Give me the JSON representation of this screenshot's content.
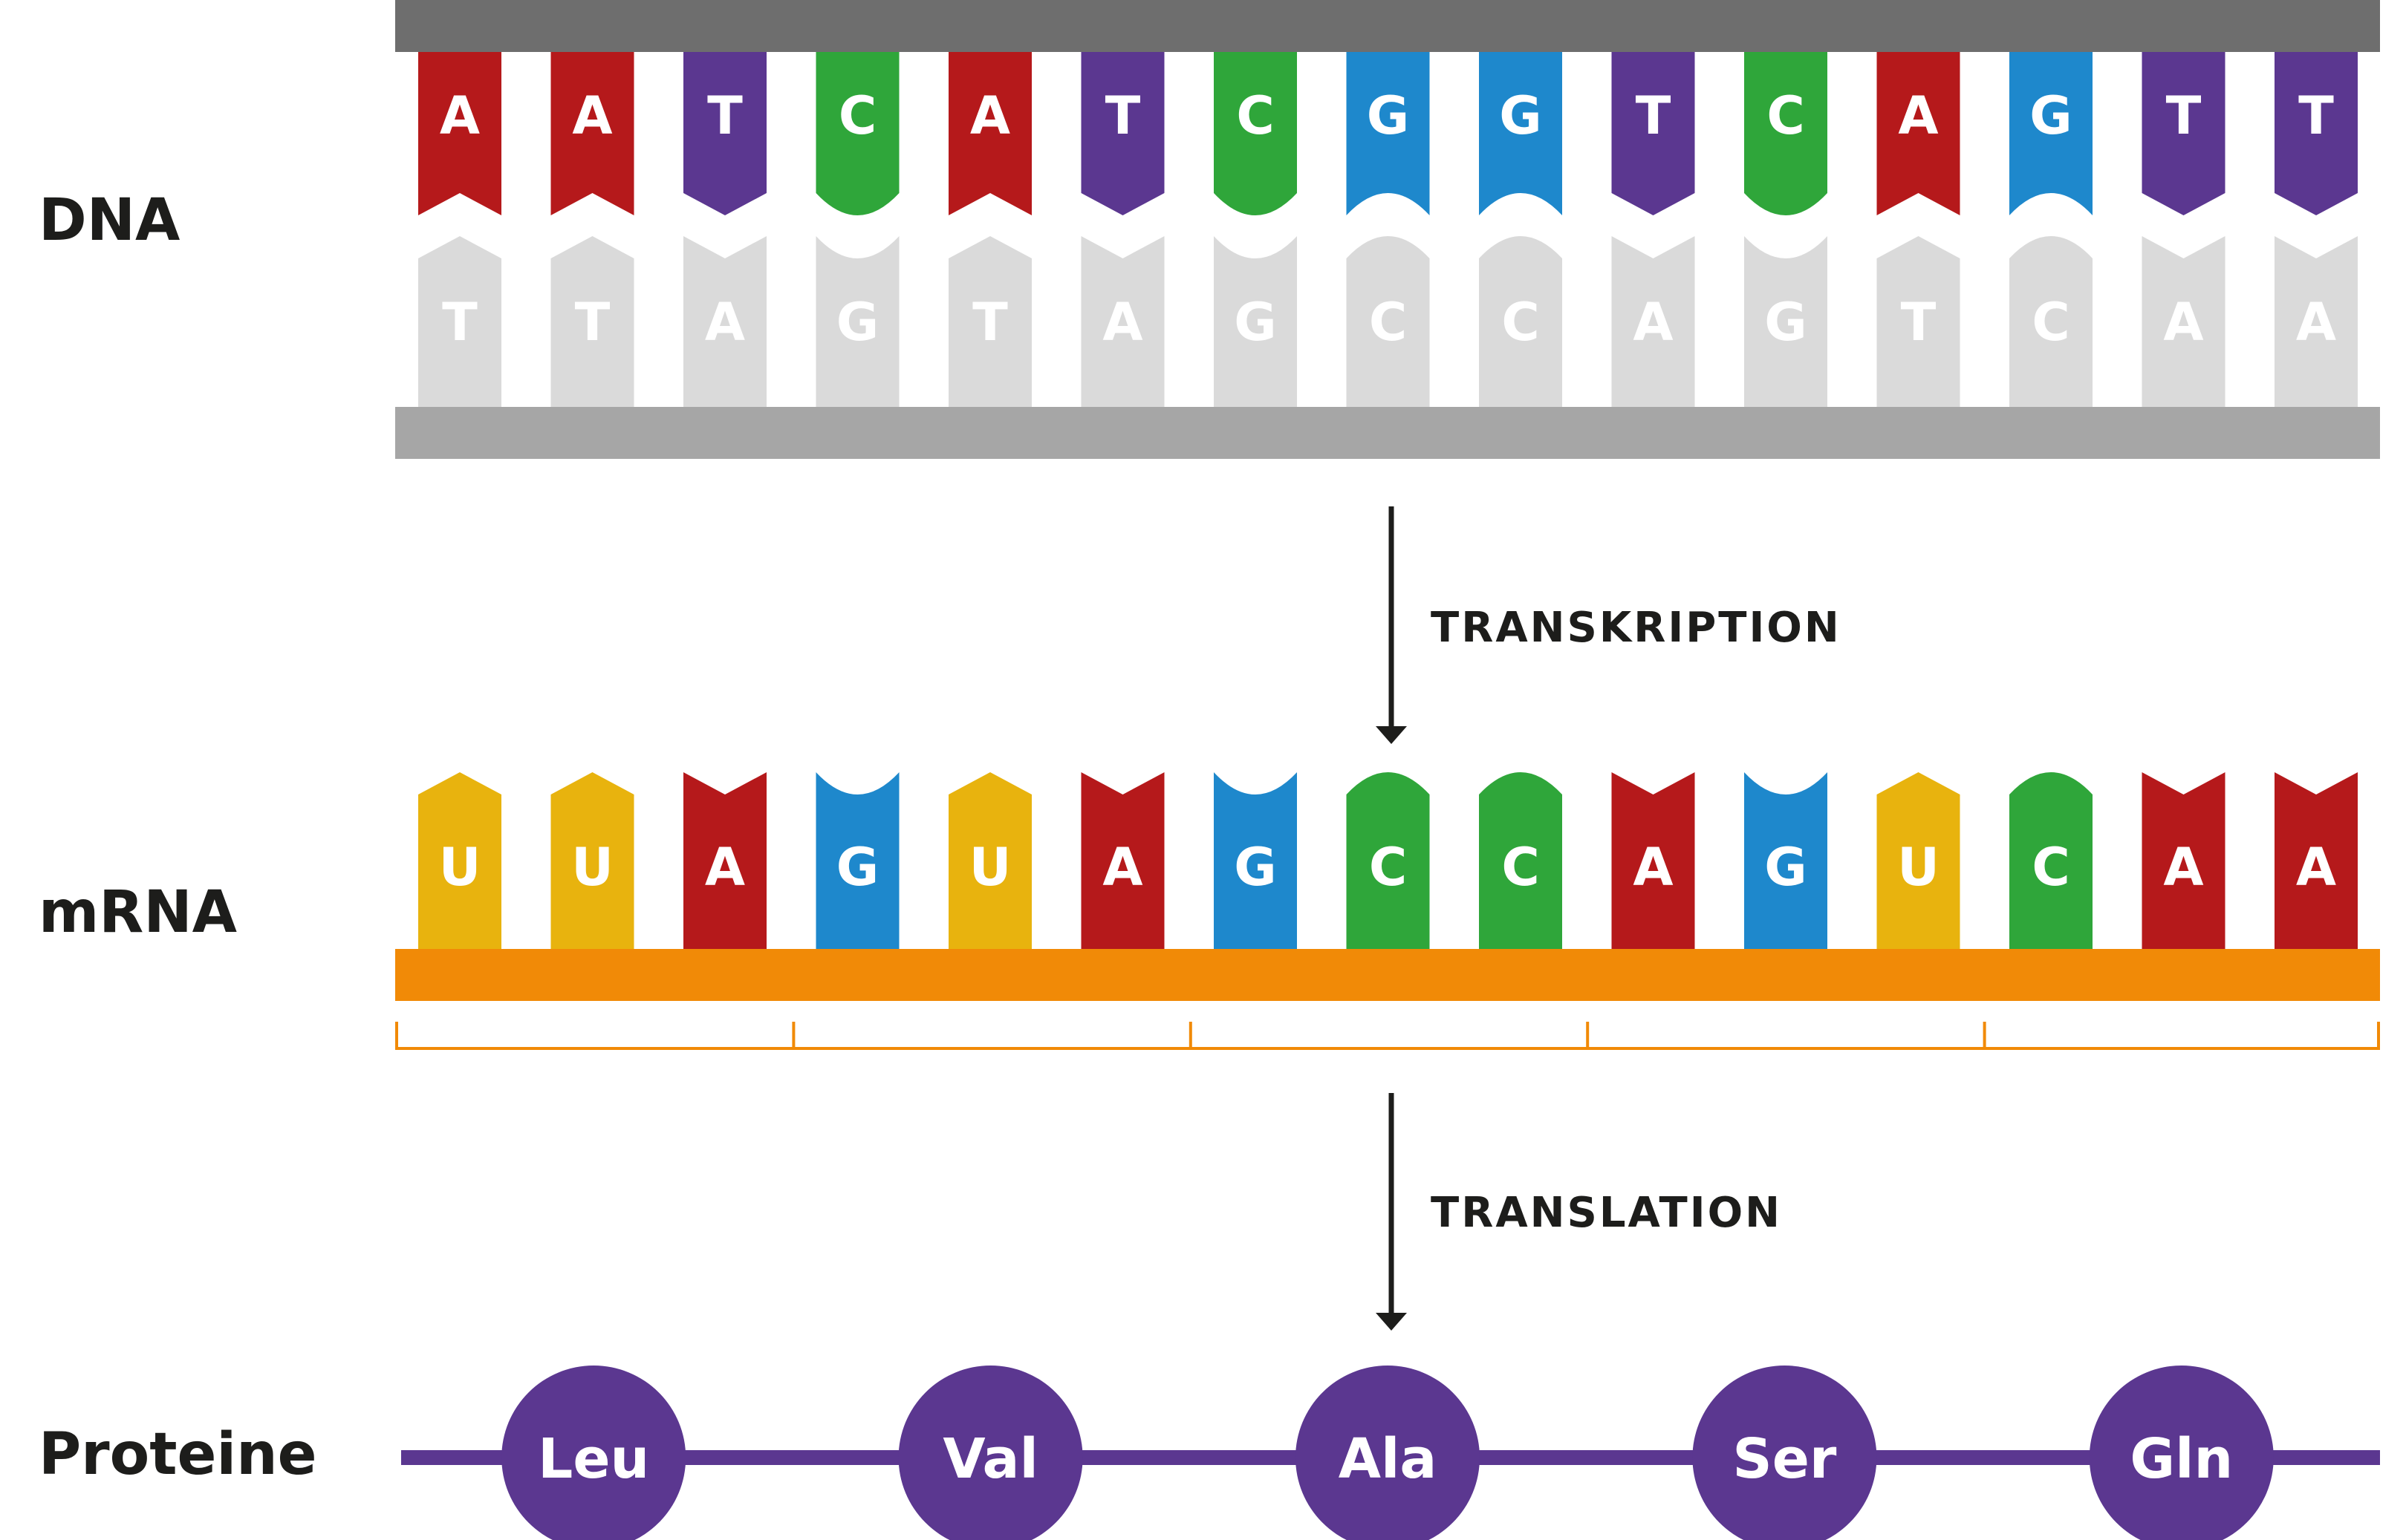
{
  "labels": {
    "dna": "DNA",
    "mrna": "mRNA",
    "protein": "Proteine"
  },
  "steps": {
    "transcription": "TRANSKRIPTION",
    "translation": "TRANSLATION"
  },
  "dna": {
    "coding_strand": [
      "A",
      "A",
      "T",
      "C",
      "A",
      "T",
      "C",
      "G",
      "G",
      "T",
      "C",
      "A",
      "G",
      "T",
      "T"
    ],
    "template_strand": [
      "T",
      "T",
      "A",
      "G",
      "T",
      "A",
      "G",
      "C",
      "C",
      "A",
      "G",
      "T",
      "C",
      "A",
      "A"
    ]
  },
  "mrna": {
    "bases": [
      "U",
      "U",
      "A",
      "G",
      "U",
      "A",
      "G",
      "C",
      "C",
      "A",
      "G",
      "U",
      "C",
      "A",
      "A"
    ]
  },
  "protein": {
    "amino_acids": [
      "Leu",
      "Val",
      "Ala",
      "Ser",
      "Gln"
    ]
  },
  "colors": {
    "A": "#b5191b",
    "T": "#5b3790",
    "C": "#2fa63a",
    "G": "#1e88cc",
    "U": "#e8b30e",
    "template_base": "#dadada",
    "template_text": "#ffffff",
    "dna_backbone_top": "#6e6e6e",
    "dna_backbone_bottom": "#a6a6a6",
    "mrna_backbone": "#f18a07",
    "codon_bracket": "#f18a07",
    "protein": "#5b3790",
    "arrow": "#1d1d1b"
  }
}
